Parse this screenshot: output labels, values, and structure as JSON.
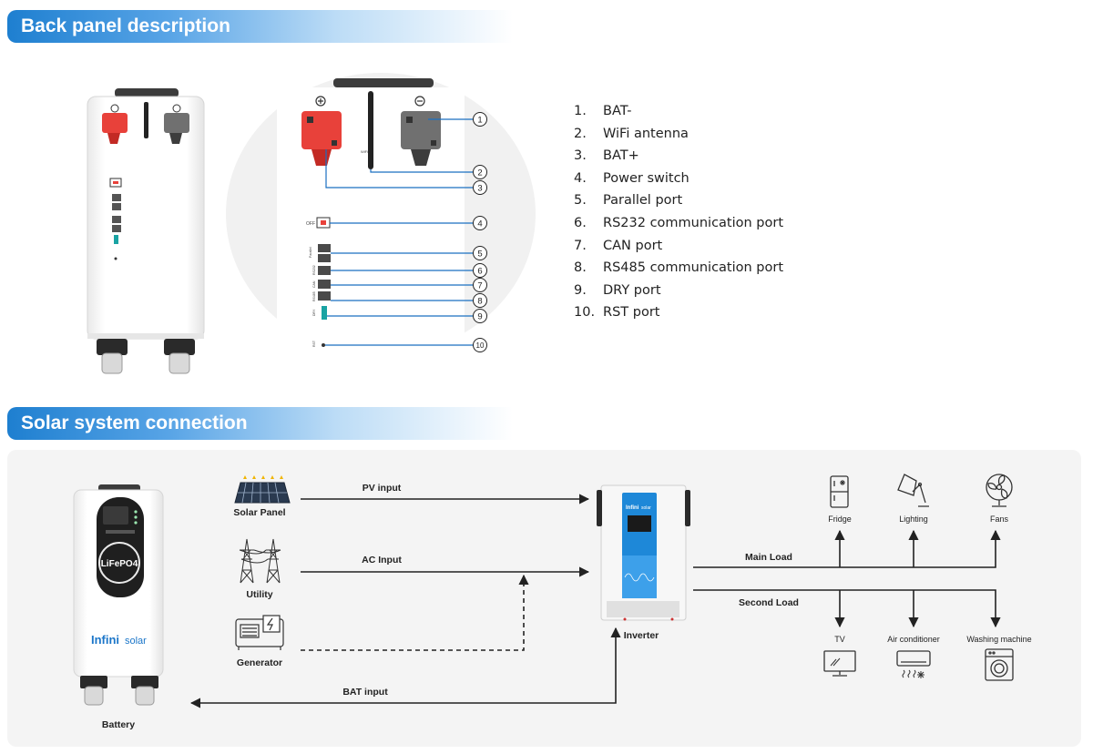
{
  "sections": {
    "back_panel_title": "Back panel description",
    "solar_title": "Solar system connection"
  },
  "legend": [
    {
      "num": "1.",
      "label": "BAT-"
    },
    {
      "num": "2.",
      "label": "WiFi antenna"
    },
    {
      "num": "3.",
      "label": "BAT+"
    },
    {
      "num": "4.",
      "label": "Power switch"
    },
    {
      "num": "5.",
      "label": "Parallel port"
    },
    {
      "num": "6.",
      "label": "RS232 communication port"
    },
    {
      "num": "7.",
      "label": "CAN port"
    },
    {
      "num": "8.",
      "label": "RS485 communication port"
    },
    {
      "num": "9.",
      "label": "DRY port"
    },
    {
      "num": "10.",
      "label": "RST port"
    }
  ],
  "callouts": [
    "1",
    "2",
    "3",
    "4",
    "5",
    "6",
    "7",
    "8",
    "9",
    "10"
  ],
  "panel_labels": {
    "off": "OFF",
    "wifi": "WiFi",
    "parallel": "Parallel",
    "rs232": "RS232",
    "can": "CAN",
    "rs485": "RS485",
    "dry": "DRY",
    "rst": "RST"
  },
  "connection": {
    "battery_screen_label": "LiFePO4",
    "brand_main": "Infini",
    "brand_sub": "solar",
    "battery_label": "Battery",
    "solar_panel_label": "Solar Panel",
    "utility_label": "Utility",
    "generator_label": "Generator",
    "pv_input": "PV input",
    "ac_input": "AC Input",
    "bat_input": "BAT input",
    "inverter_label": "Inverter",
    "main_load": "Main Load",
    "second_load": "Second Load",
    "loads_top": [
      "Fridge",
      "Lighting",
      "Fans"
    ],
    "loads_bottom": [
      "TV",
      "Air conditioner",
      "Washing machine"
    ]
  },
  "colors": {
    "header_blue": "#1e7fd0",
    "terminal_red": "#e8413a",
    "terminal_gray": "#6b6b6b",
    "inverter_blue": "#1e88d8",
    "port_teal": "#1aa3a3"
  }
}
